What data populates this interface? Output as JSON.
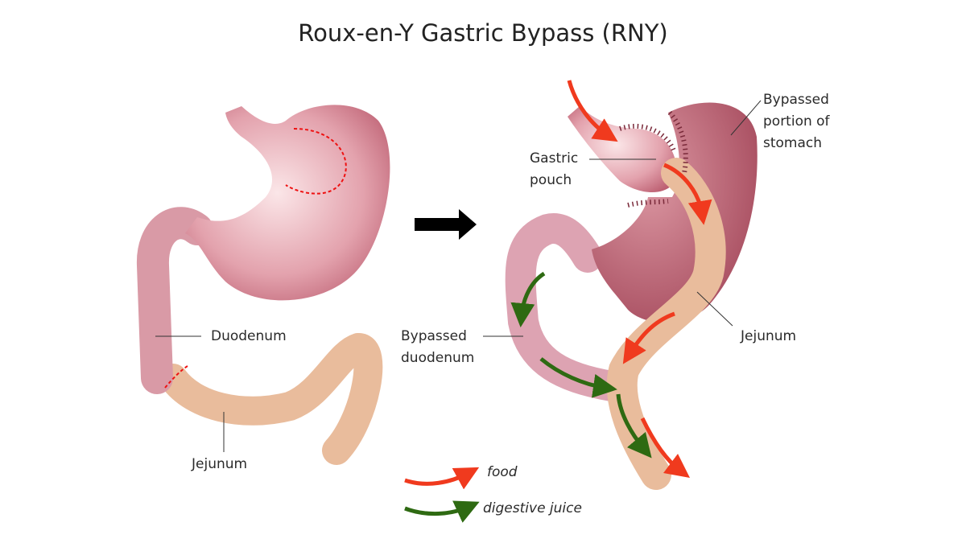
{
  "title": "Roux-en-Y Gastric Bypass (RNY)",
  "before": {
    "labels": {
      "duodenum": "Duodenum",
      "jejunum": "Jejunum"
    }
  },
  "after": {
    "labels": {
      "gastric_pouch_1": "Gastric",
      "gastric_pouch_2": "pouch",
      "bypassed_stomach_1": "Bypassed",
      "bypassed_stomach_2": "portion of",
      "bypassed_stomach_3": "stomach",
      "jejunum": "Jejunum",
      "bypassed_duodenum_1": "Bypassed",
      "bypassed_duodenum_2": "duodenum"
    }
  },
  "legend": [
    {
      "label": "food",
      "color": "#f03a1e"
    },
    {
      "label": "digestive juice",
      "color": "#2e6a12"
    }
  ],
  "colors": {
    "stomach": "#d98a98",
    "stomach_dark": "#a8465a",
    "intestine": "#f0c8a8",
    "arrow": "#000000"
  }
}
